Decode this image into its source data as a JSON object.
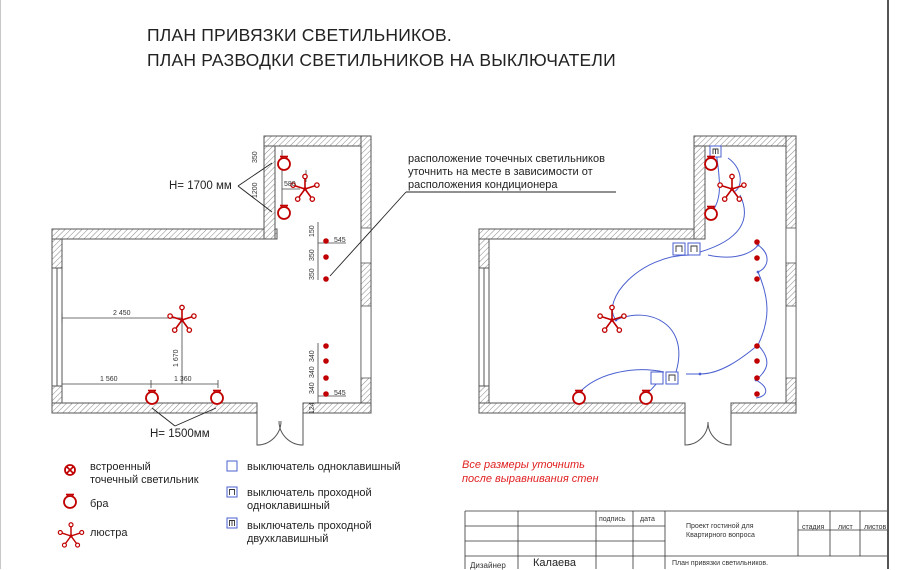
{
  "title": {
    "line1": "ПЛАН ПРИВЯЗКИ СВЕТИЛЬНИКОВ.",
    "line2": "ПЛАН РАЗВОДКИ СВЕТИЛЬНИКОВ НА ВЫКЛЮЧАТЕЛИ"
  },
  "left_plan": {
    "height_bra_top": "H= 1700 мм",
    "height_bra_bottom": "H= 1500мм",
    "dims": {
      "d2450": "2 450",
      "d1560": "1 560",
      "d1360": "1 360",
      "d1670": "1 670",
      "d580": "580",
      "d350": "350",
      "d1200": "1200",
      "d150": "150",
      "d545a": "545",
      "d350b": "350",
      "d350c": "350",
      "d340a": "340",
      "d340b": "340",
      "d340c": "340",
      "d124": "124",
      "d545b": "545"
    }
  },
  "note": {
    "line1": "расположение точечных светильников",
    "line2": "уточнить на месте в зависимости от",
    "line3": "расположения кондиционера"
  },
  "legend": {
    "spot_line1": "встроенный",
    "spot_line2": "точечный светильник",
    "bra": "бра",
    "chandelier": "люстра",
    "switch_single": "выключатель одноклавишный",
    "switch_pass_single_line1": "выключатель проходной",
    "switch_pass_single_line2": "одноклавишный",
    "switch_pass_double_line1": "выключатель проходной",
    "switch_pass_double_line2": "двухклавишный"
  },
  "remark": {
    "line1": "Все размеры уточнить",
    "line2": "после выравнивания стен"
  },
  "stamp": {
    "podpis": "подпись",
    "data": "дата",
    "project_line1": "Проект гостиной для",
    "project_line2": "Квартирного вопроса",
    "stadia": "стадия",
    "list": "лист",
    "listov": "листов",
    "designer_role": "Дизайнер",
    "designer_name": "Калаева",
    "sheet_title": "План привязки светильников."
  },
  "colors": {
    "fixture_red": "#c00000",
    "wire_blue": "#4a5fd0",
    "remark_red": "#e02020"
  }
}
